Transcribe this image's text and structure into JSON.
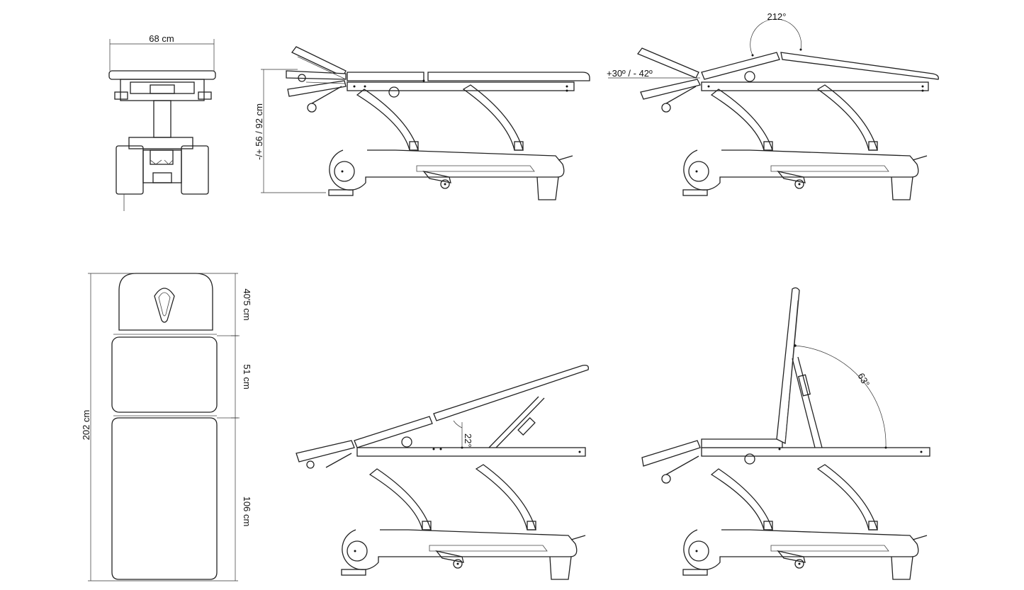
{
  "labels": {
    "width": "68 cm",
    "height_range": "-/+ 56 / 92 cm",
    "tilt_range": "+30º / - 42º",
    "head_angle": "212°",
    "length_total": "202 cm",
    "head_length": "40'5 cm",
    "mid_length": "51 cm",
    "leg_length": "106 cm",
    "back_angle": "22°",
    "upright_angle": "63°"
  },
  "colors": {
    "line": "#222222",
    "background": "#ffffff"
  }
}
